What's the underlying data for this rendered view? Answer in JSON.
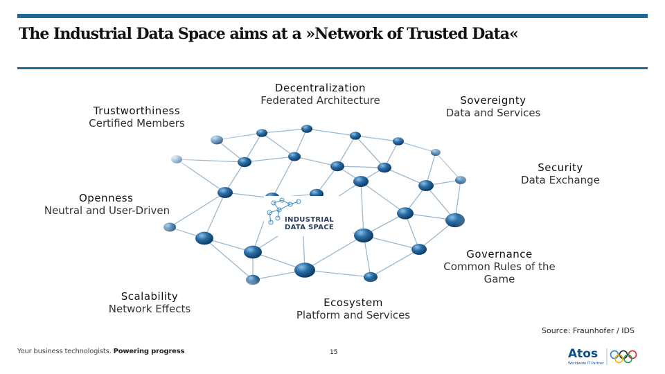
{
  "slide": {
    "title": "The Industrial Data Space aims at a »Network of Trusted Data«",
    "labels": {
      "decentralization": {
        "head": "Decentralization",
        "sub": "Federated Architecture"
      },
      "trustworthiness": {
        "head": "Trustworthiness",
        "sub": "Certified Members"
      },
      "sovereignty": {
        "head": "Sovereignty",
        "sub": "Data and Services"
      },
      "security": {
        "head": "Security",
        "sub": "Data Exchange"
      },
      "openness": {
        "head": "Openness",
        "sub": "Neutral and User-Driven"
      },
      "governance": {
        "head": "Governance",
        "sub": "Common Rules of the Game"
      },
      "scalability": {
        "head": "Scalability",
        "sub": "Network Effects"
      },
      "ecosystem": {
        "head": "Ecosystem",
        "sub": "Platform and Services"
      }
    },
    "center_logo": {
      "line1": "INDUSTRIAL",
      "line2": "DATA SPACE"
    },
    "source": "Source: Fraunhofer / IDS",
    "tagline_regular": "Your business technologists.",
    "tagline_bold": "Powering progress",
    "page_number": "15",
    "brand_logo": {
      "name": "Atos",
      "subtitle": "Worldwide IT Partner"
    },
    "colors": {
      "accent_bar": "#1d6a98",
      "node": "#2a6fa8"
    }
  }
}
